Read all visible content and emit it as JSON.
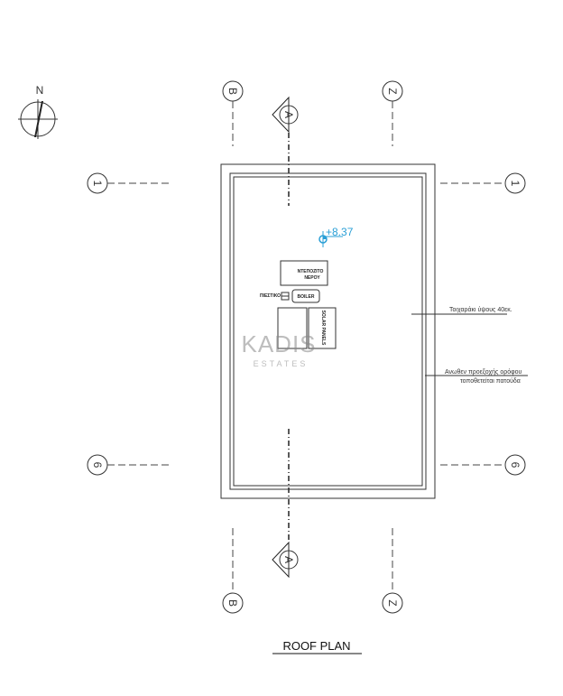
{
  "north_label": "N",
  "grid": {
    "b": "B",
    "z": "Z",
    "one": "1",
    "six": "6"
  },
  "section_mark": "A",
  "level": "+8.37",
  "equipment": {
    "tank": [
      "ΝΤΕΠΟΖΙΤΟ",
      "ΝΕΡΟΥ"
    ],
    "pressure": "ΠΙΕΣΤΙΚΟ",
    "boiler": "BOILER",
    "solar": "SOLAR PANELS"
  },
  "notes": {
    "parapet": "Τοιχαράκι ύψους 40εκ.",
    "overhang_1": "Ανωθεν προεξοχής ορόφου",
    "overhang_2": "τοποθετείται πατούδα"
  },
  "watermark": {
    "brand": "KADIS",
    "sub": "ESTATES"
  },
  "title": "ROOF PLAN",
  "colors": {
    "level": "#2a9fd6",
    "line": "#333333"
  }
}
